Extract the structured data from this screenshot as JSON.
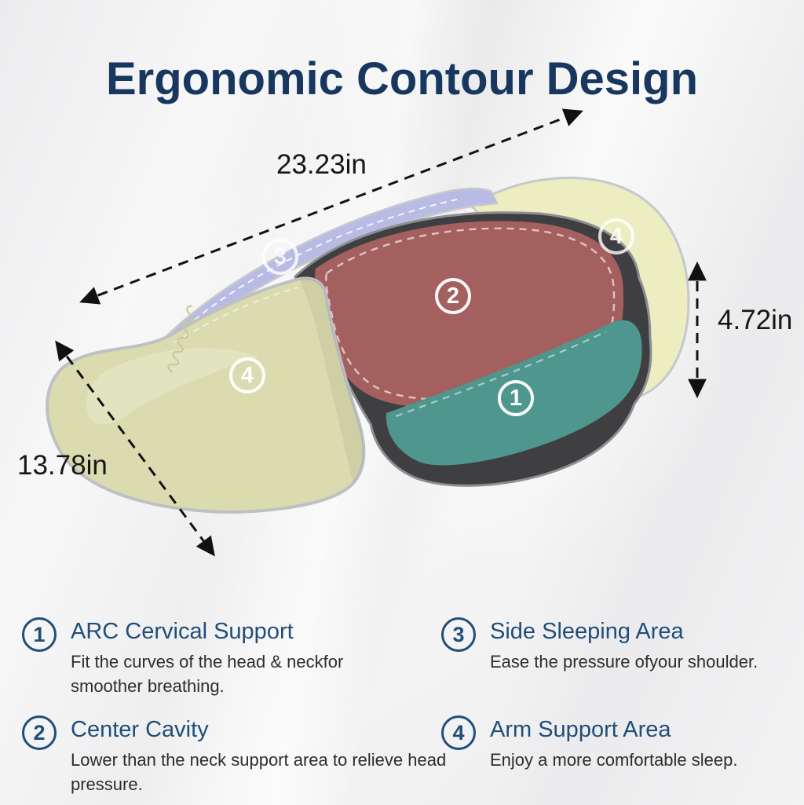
{
  "title": "Ergonomic Contour Design",
  "dimensions": {
    "length": "23.23in",
    "width": "13.78in",
    "height": "4.72in"
  },
  "pillow": {
    "badges": [
      {
        "number": "3"
      },
      {
        "number": "2"
      },
      {
        "number": "4"
      },
      {
        "number": "4"
      },
      {
        "number": "1"
      }
    ],
    "zone_colors": {
      "arc_cervical_support": "#4f968e",
      "center_cavity": "#a4605f",
      "side_sleeping": "#b8bce5",
      "arm_support_right": "#ecedc1",
      "arm_support_left": "#dadbae",
      "trim": "#3f3f42",
      "piping": "#c4c5c9"
    }
  },
  "legend": [
    {
      "number": "1",
      "title": "ARC Cervical Support",
      "description": "Fit the curves of the head & neckfor smoother breathing."
    },
    {
      "number": "2",
      "title": "Center Cavity",
      "description": "Lower than the neck support area to relieve head pressure."
    },
    {
      "number": "3",
      "title": "Side Sleeping Area",
      "description": "Ease the pressure ofyour shoulder."
    },
    {
      "number": "4",
      "title": "Arm Support Area",
      "description": "Enjoy a more comfortable sleep."
    }
  ],
  "colors": {
    "title": "#17375f",
    "heading_blue": "#1f4e79",
    "body_text": "#2d2d2d",
    "dimension_text": "#161616"
  }
}
